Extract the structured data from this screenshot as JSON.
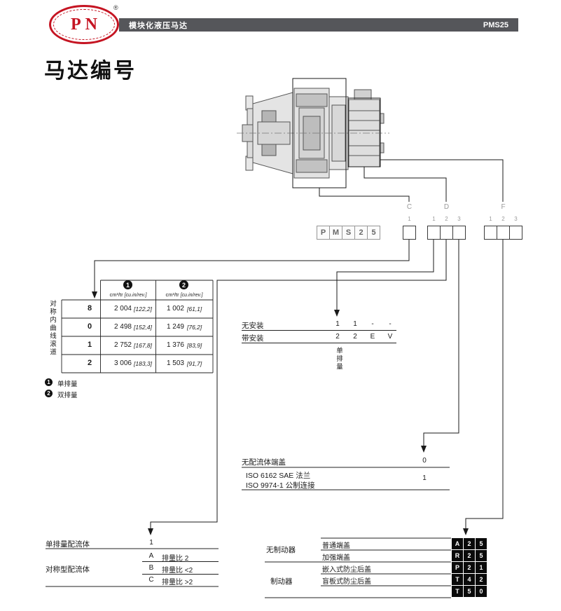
{
  "header": {
    "logo_text": "PN",
    "registered": "®",
    "bar_title": "模块化液压马达",
    "model": "PMS25"
  },
  "title": "马达编号",
  "code": {
    "prefix": [
      "P",
      "M",
      "S",
      "2",
      "5"
    ],
    "group_c": {
      "label": "C",
      "positions": [
        "1"
      ]
    },
    "group_d": {
      "label": "D",
      "positions": [
        "1",
        "2",
        "3"
      ]
    },
    "group_f": {
      "label": "F",
      "positions": [
        "1",
        "2",
        "3"
      ]
    }
  },
  "displacement": {
    "side_label": "对称内曲线滚道",
    "col1": {
      "badge": "1",
      "unit": "cm³/tr",
      "unit_alt": "[cu.in/rev.]"
    },
    "col2": {
      "badge": "2",
      "unit": "cm³/tr",
      "unit_alt": "[cu.in/rev.]"
    },
    "rows": [
      {
        "code": "8",
        "v1": "2 004",
        "v1i": "[122,2]",
        "v2": "1 002",
        "v2i": "[61,1]"
      },
      {
        "code": "0",
        "v1": "2 498",
        "v1i": "[152,4]",
        "v2": "1 249",
        "v2i": "[76,2]"
      },
      {
        "code": "1",
        "v1": "2 752",
        "v1i": "[167,8]",
        "v2": "1 376",
        "v2i": "[83,9]"
      },
      {
        "code": "2",
        "v1": "3 006",
        "v1i": "[183,3]",
        "v2": "1 503",
        "v2i": "[91,7]"
      }
    ],
    "legend": [
      {
        "badge": "1",
        "label": "单排量"
      },
      {
        "badge": "2",
        "label": "双排量"
      }
    ]
  },
  "mounting": {
    "rows": [
      {
        "label": "无安装",
        "values": [
          "1",
          "1",
          "-",
          "-"
        ]
      },
      {
        "label": "带安装",
        "values": [
          "2",
          "2",
          "E",
          "V"
        ]
      }
    ],
    "side_label": "单排量"
  },
  "port_cover": {
    "row1": {
      "label": "无配流体端盖",
      "value": "0"
    },
    "row2": {
      "label_line1": "ISO 6162 SAE 法兰",
      "label_line2": "ISO 9974-1 公制连接",
      "value": "1"
    }
  },
  "distributor": {
    "row1": {
      "label": "单排量配流体",
      "value": "1"
    },
    "group2_label": "对称型配流体",
    "options": [
      {
        "code": "A",
        "desc": "排量比 2"
      },
      {
        "code": "B",
        "desc": "排量比 <2"
      },
      {
        "code": "C",
        "desc": "排量比 >2"
      }
    ]
  },
  "brake": {
    "group1_label": "无制动器",
    "group2_label": "制动器",
    "rows": [
      {
        "label": "普通端盖",
        "code": [
          "A",
          "2",
          "5"
        ]
      },
      {
        "label": "加强端盖",
        "code": [
          "R",
          "2",
          "5"
        ]
      },
      {
        "label": "嵌入式防尘后盖",
        "code": [
          "P",
          "2",
          "1"
        ]
      },
      {
        "label": "盲板式防尘后盖",
        "code": [
          "T",
          "4",
          "2"
        ]
      },
      {
        "label": "",
        "code": [
          "T",
          "5",
          "0"
        ]
      }
    ]
  },
  "colors": {
    "header_bar": "#55565a",
    "logo_red": "#c51422",
    "code_block_black": "#0a0a0a"
  }
}
